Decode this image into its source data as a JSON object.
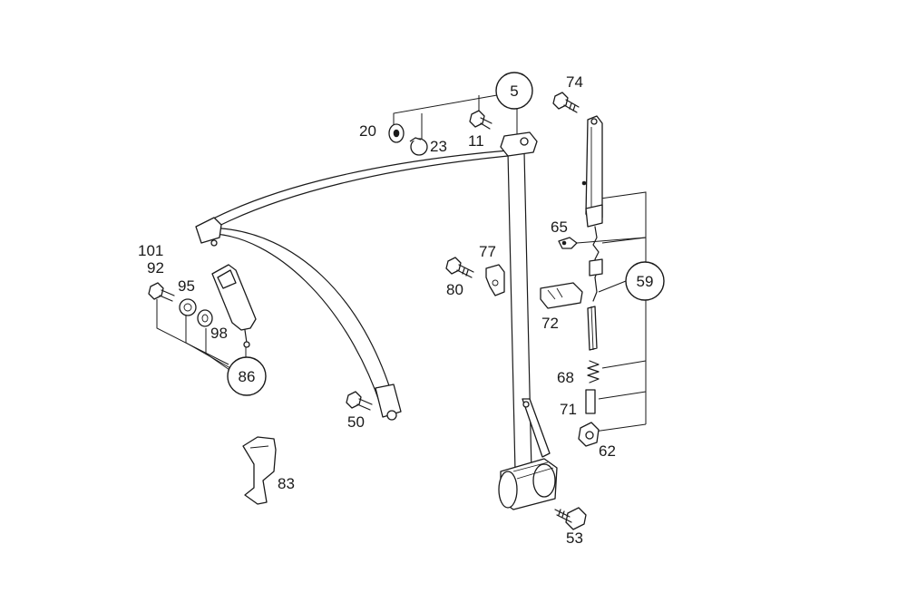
{
  "diagram": {
    "callouts": {
      "c5": "5",
      "c59": "59",
      "c86": "86"
    },
    "labels": {
      "p74": "74",
      "p20": "20",
      "p23": "23",
      "p11": "11",
      "p65": "65",
      "p77": "77",
      "p80": "80",
      "p101": "101",
      "p92": "92",
      "p95": "95",
      "p98": "98",
      "p72": "72",
      "p68": "68",
      "p71": "71",
      "p62": "62",
      "p50": "50",
      "p83": "83",
      "p53": "53"
    }
  }
}
